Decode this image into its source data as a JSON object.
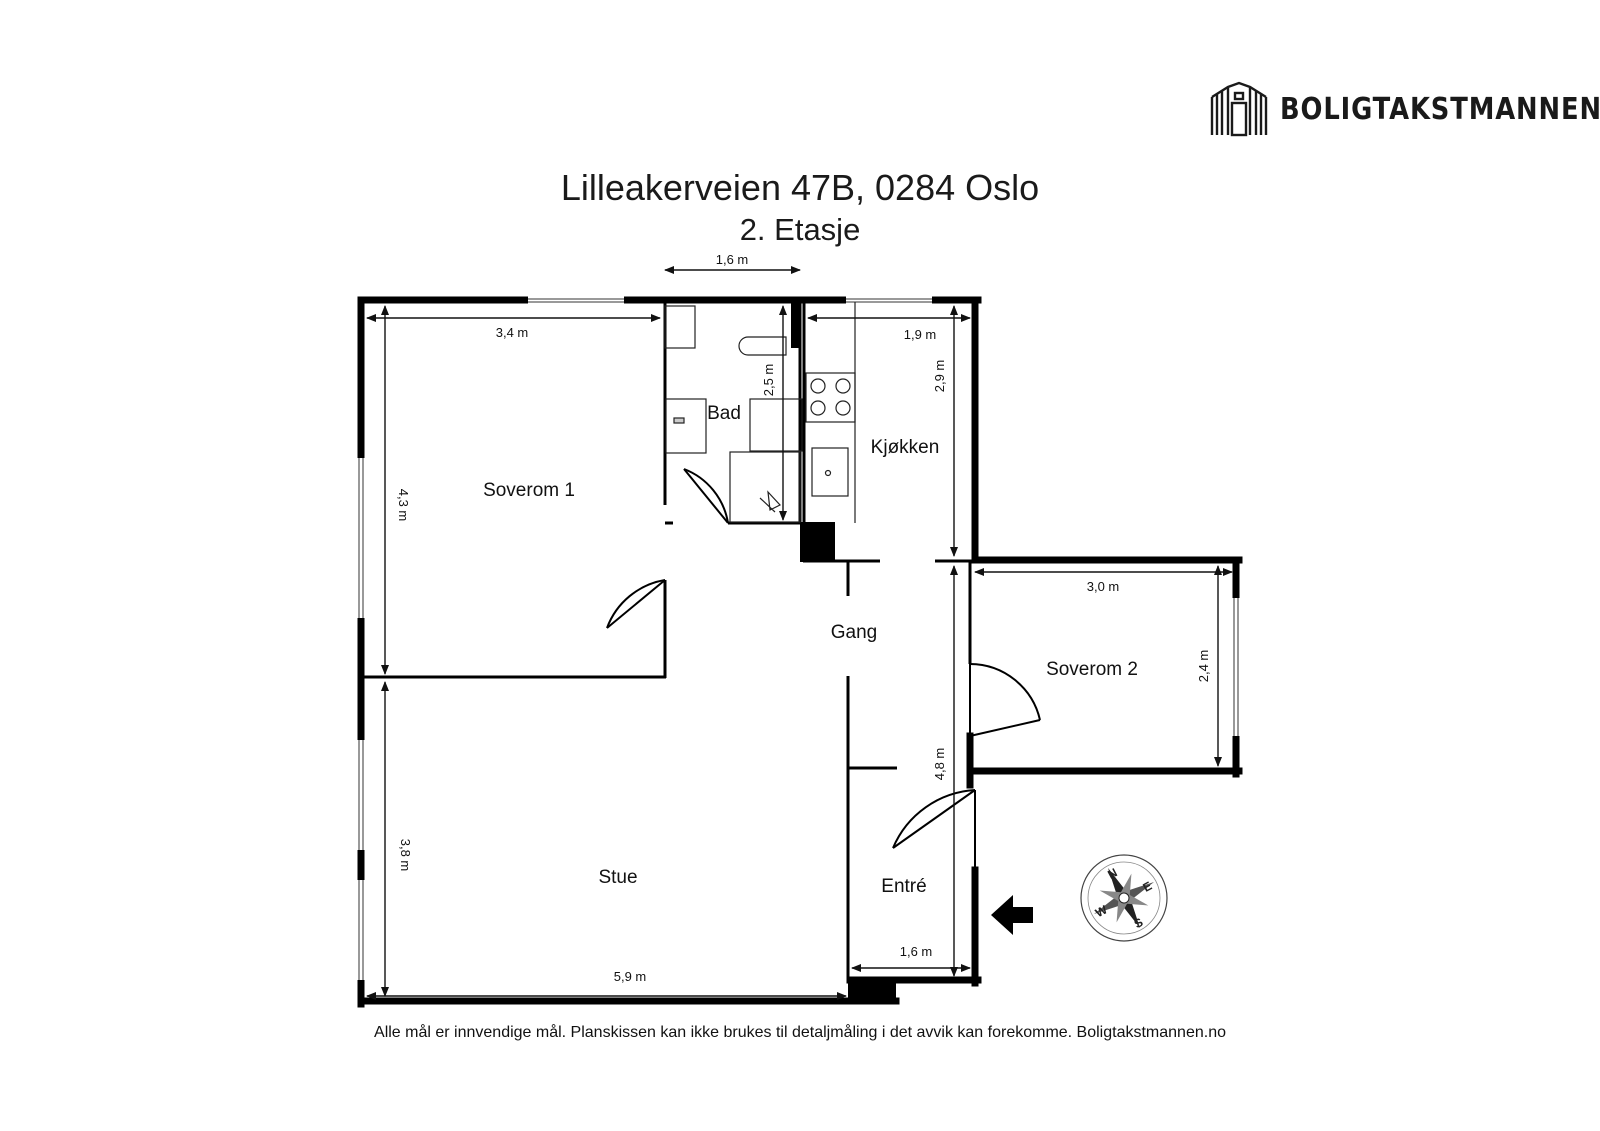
{
  "brand": {
    "name": "BOLIGTAKSTMANNEN"
  },
  "header": {
    "title": "Lilleakerveien 47B, 0284 Oslo",
    "subtitle": "2. Etasje"
  },
  "rooms": {
    "soverom1": "Soverom 1",
    "bad": "Bad",
    "kjokken": "Kjøkken",
    "gang": "Gang",
    "soverom2": "Soverom 2",
    "stue": "Stue",
    "entre": "Entré"
  },
  "dimensions": {
    "top_1_6": "1,6 m",
    "soverom1_width": "3,4 m",
    "soverom1_depth": "4,3 m",
    "bad_depth": "2,5 m",
    "kjokken_width": "1,9 m",
    "kjokken_depth": "2,9 m",
    "soverom2_width": "3,0 m",
    "soverom2_depth": "2,4 m",
    "gang_length": "4,8 m",
    "stue_depth": "3,8 m",
    "stue_width": "5,9 m",
    "entre_width": "1,6 m"
  },
  "compass": {
    "n": "N",
    "e": "E",
    "s": "S",
    "w": "W"
  },
  "footer": {
    "disclaimer": "Alle mål er innvendige mål. Planskissen kan ikke brukes til detaljmåling i det avvik kan forekomme. Boligtakstmannen.no"
  },
  "colors": {
    "wall": "#000000",
    "background": "#ffffff"
  }
}
